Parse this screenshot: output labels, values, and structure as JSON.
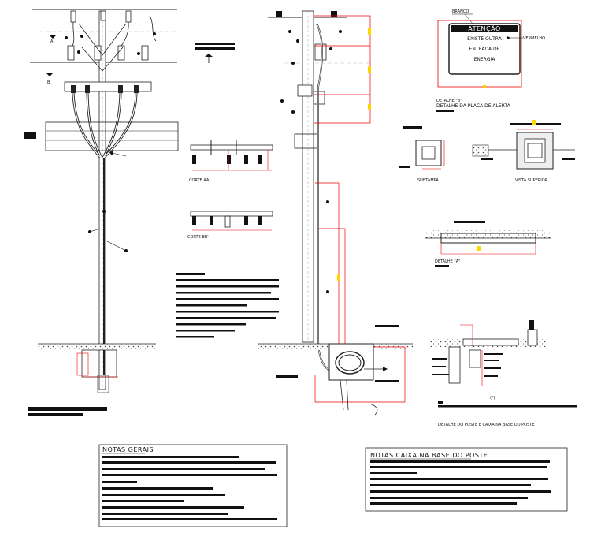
{
  "labels": {
    "corte_aa": "CORTE AA'",
    "corte_bb": "CORTE BB'",
    "sec_a": "A",
    "sec_b": "B",
    "branco": "BRANCO",
    "vermelho": "VERMELHO",
    "detalhe_b": "DETALHE \"B\"",
    "detalhe_placa": "DETALHE DA PLACA DE ALERTA",
    "subtampa": "SUBTAMPA",
    "vista_superior": "VISTA SUPERIOR",
    "detalhe_a": "DETALHE \"A\"",
    "detalhe_poste": "DETALHE DO POSTE E CAIXA NA BASE DO POSTE",
    "detail_no": "(*)"
  },
  "alert_sign": {
    "title": "ATENÇÃO",
    "line1": "EXISTE OUTRA",
    "line2": "ENTRADA DE",
    "line3": "ENERGIA"
  },
  "notes_general": {
    "title": "NOTAS GERAIS"
  },
  "notes_box": {
    "title": "NOTAS CAIXA NA BASE DO POSTE"
  }
}
